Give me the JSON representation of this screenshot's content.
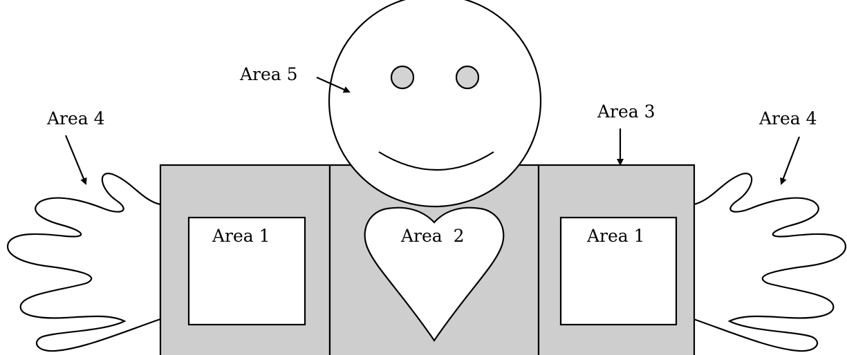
{
  "colors": {
    "panel_fill": "#cecece",
    "window_fill": "#ffffff",
    "eye_fill": "#d3d3d3",
    "stroke": "#000000"
  },
  "labels": {
    "area1_left": "Area 1",
    "area1_right": "Area 1",
    "area2": "Area  2",
    "area3": "Area 3",
    "area4_left": "Area 4",
    "area4_right": "Area 4",
    "area5": "Area 5"
  }
}
